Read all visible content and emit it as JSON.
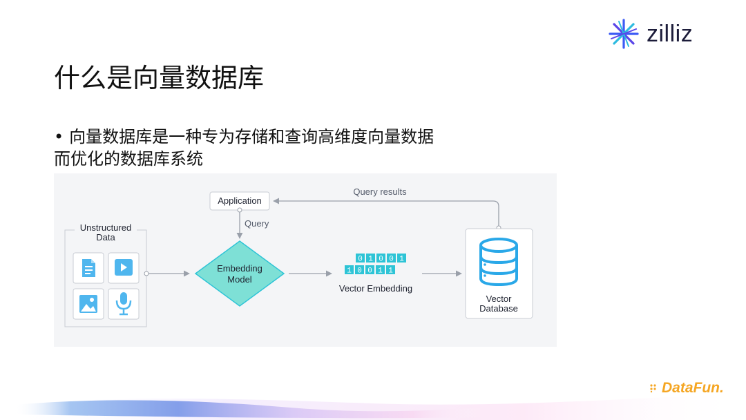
{
  "brand": {
    "name": "zilliz"
  },
  "slide": {
    "title": "什么是向量数据库",
    "bullet_line1": "向量数据库是一种专为存储和查询高维度向量数据",
    "bullet_line2": "而优化的数据库系统",
    "bullet_mark": "•"
  },
  "diagram": {
    "application": "Application",
    "query": "Query",
    "query_results": "Query results",
    "unstructured_line1": "Unstructured",
    "unstructured_line2": "Data",
    "embedding_line1": "Embedding",
    "embedding_line2": "Model",
    "vector_embedding": "Vector Embedding",
    "bits_row1": [
      "0",
      "1",
      "0",
      "0",
      "1"
    ],
    "bits_row2": [
      "1",
      "0",
      "0",
      "1",
      "1"
    ],
    "db_line1": "Vector",
    "db_line2": "Database",
    "icons": [
      "document-icon",
      "video-icon",
      "image-icon",
      "microphone-icon",
      "database-icon"
    ],
    "colors": {
      "accent_cyan": "#2ec4d6",
      "diamond_fill": "#7ee0d6",
      "icon_blue": "#4fb6ee"
    }
  },
  "footer": {
    "logo_text": "DataFun."
  }
}
